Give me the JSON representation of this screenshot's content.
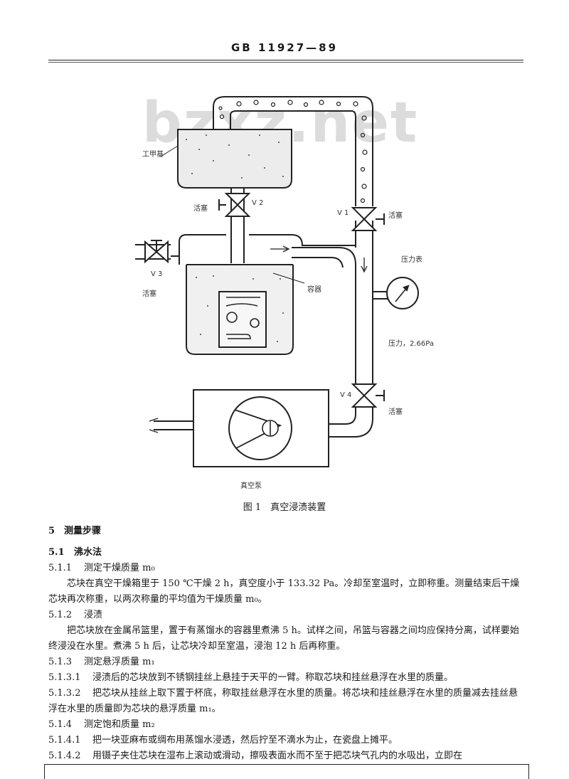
{
  "header": {
    "title": "GB 11927—89"
  },
  "watermark": "bzxz.net",
  "figure": {
    "labels": {
      "top_left": "工甲基",
      "v2_clamp": "活塞",
      "v2": "V 2",
      "v1": "V 1",
      "v1_clamp": "活塞",
      "gauge": "压力表",
      "v3": "V 3",
      "v3_clamp": "活塞",
      "container": "容器",
      "pressure": "压力，2.66Pa",
      "v4": "V 4",
      "v4_clamp": "活塞",
      "pump": "真空泵"
    },
    "caption": "图 1　真空浸渍装置"
  },
  "body": {
    "s5": {
      "num": "5",
      "text": "测量步骤"
    },
    "s51": {
      "num": "5.1",
      "text": "沸水法"
    },
    "s511": {
      "num": "5.1.1",
      "text": "测定干燥质量 m₀"
    },
    "p511": "芯块在真空干燥箱里于 150 ℃干燥 2 h，真空度小于 133.32 Pa。冷却至室温时，立即称重。测量结束后干燥芯块再次称重，以两次称量的平均值为干燥质量 m₀。",
    "s512": {
      "num": "5.1.2",
      "text": "浸渍"
    },
    "p512": "把芯块放在金属吊篮里，置于有蒸馏水的容器里煮沸 5 h。试样之间，吊篮与容器之间均应保持分离，试样要始终浸没在水里。煮沸 5 h 后，让芯块冷却至室温，浸泡 12 h 后再称重。",
    "s513": {
      "num": "5.1.3",
      "text": "测定悬浮质量 m₁"
    },
    "s5131": {
      "num": "5.1.3.1",
      "text": "浸渍后的芯块放到不锈钢挂丝上悬挂于天平的一臂。称取芯块和挂丝悬浮在水里的质量。"
    },
    "s5132": {
      "num": "5.1.3.2",
      "text": "把芯块从挂丝上取下置于杯底，称取挂丝悬浮在水里的质量。将芯块和挂丝悬浮在水里的质量减去挂丝悬浮在水里的质量即为芯块的悬浮质量 m₁。"
    },
    "s514": {
      "num": "5.1.4",
      "text": "测定饱和质量 m₂"
    },
    "s5141": {
      "num": "5.1.4.1",
      "text": "把一块亚麻布或绸布用蒸馏水浸透，然后拧至不滴水为止，在瓷盘上摊平。"
    },
    "s5142": {
      "num": "5.1.4.2",
      "text": "用镊子夹住芯块在湿布上滚动或滑动，擦吸表面水而不至于把芯块气孔内的水吸出，立即在"
    }
  }
}
